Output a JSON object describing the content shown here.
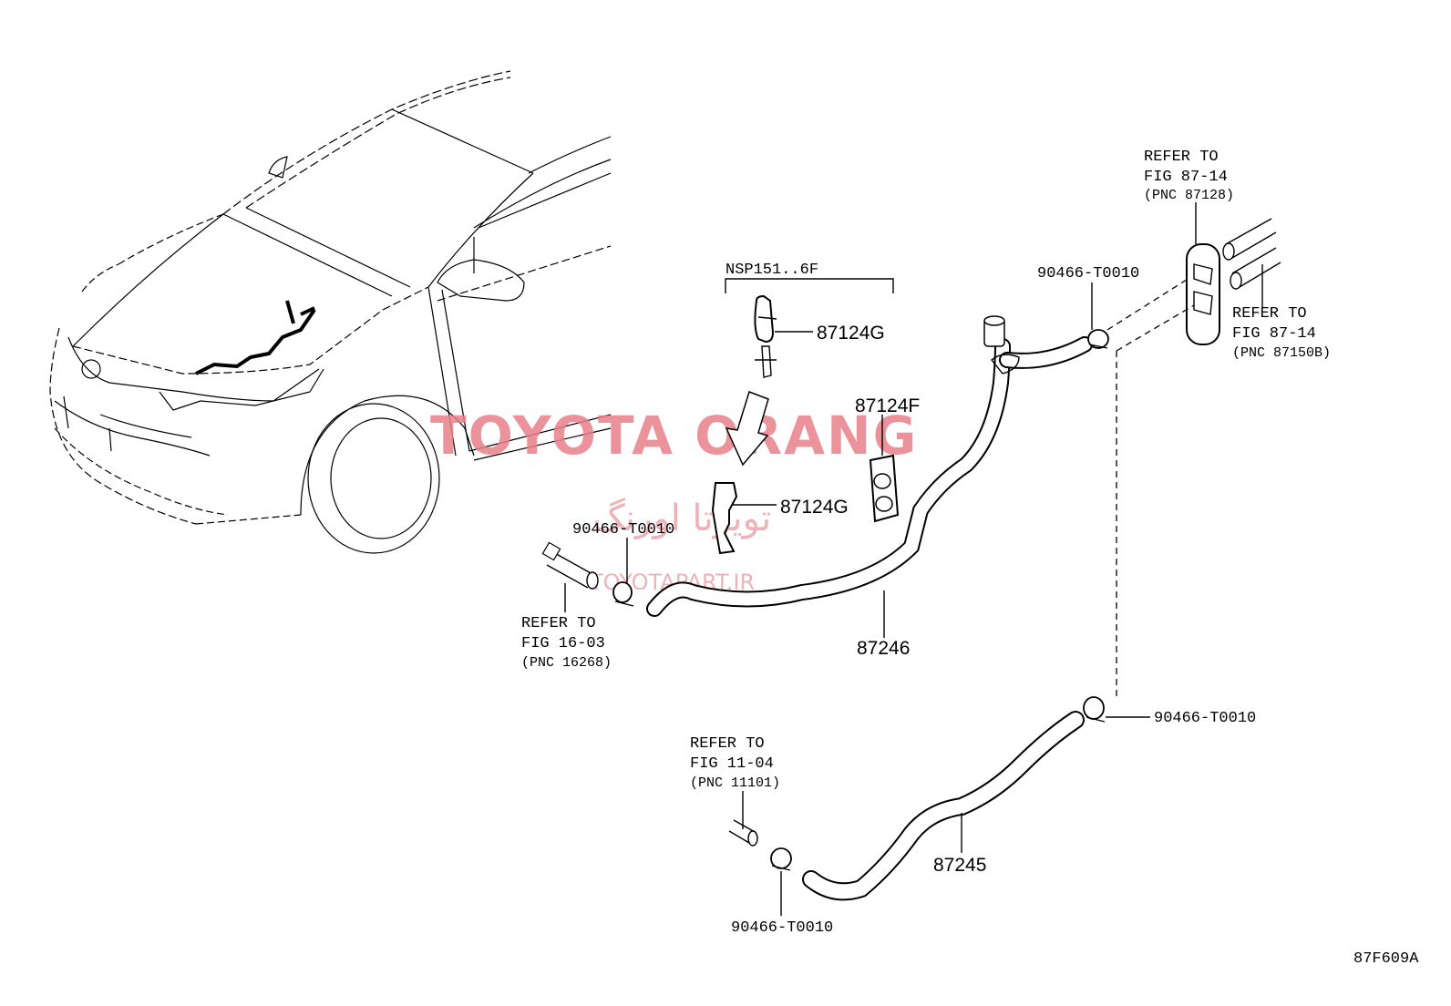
{
  "diagram": {
    "figure_code": "87F609A",
    "watermark": {
      "brand": "TOYOTA ORANG",
      "persian": "تویوتا اورنگ",
      "site": "TOYOTAPART.IR"
    },
    "group_label": "NSP151..6F",
    "parts": {
      "clamp_holder_g_top": "87124G",
      "clamp_holder_g_bottom": "87124G",
      "clamp_holder_f": "87124F",
      "hose_upper": "87246",
      "hose_lower": "87245",
      "clip_left": "90466-T0010",
      "clip_upper_right": "90466-T0010",
      "clip_lower_right": "90466-T0010",
      "clip_bottom": "90466-T0010"
    },
    "references": {
      "fig_16_03": {
        "line1": "REFER TO",
        "line2": "FIG 16-03",
        "line3": "(PNC 16268)"
      },
      "fig_11_04": {
        "line1": "REFER TO",
        "line2": "FIG 11-04",
        "line3": "(PNC 11101)"
      },
      "fig_87_14_top": {
        "line1": "REFER TO",
        "line2": "FIG 87-14",
        "line3": "(PNC 87128)"
      },
      "fig_87_14_right": {
        "line1": "REFER TO",
        "line2": "FIG 87-14",
        "line3": "(PNC 87150B)"
      }
    }
  }
}
